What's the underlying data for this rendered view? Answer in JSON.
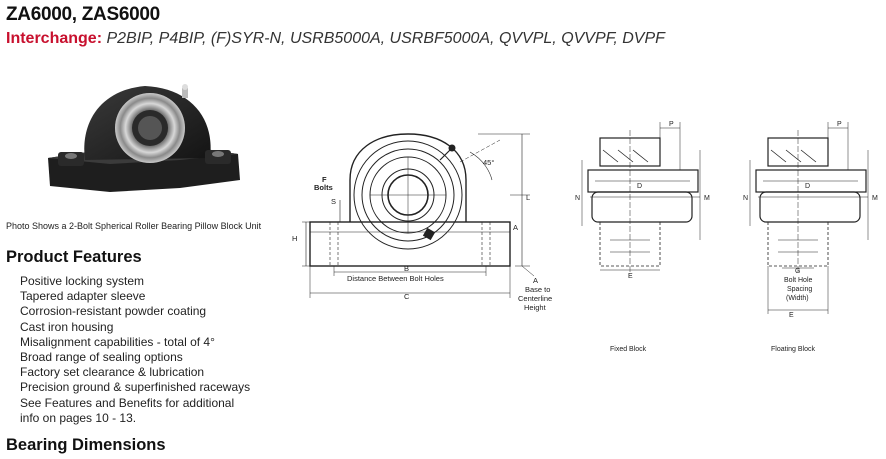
{
  "header": {
    "title": "ZA6000, ZAS6000",
    "interchange_label": "Interchange:",
    "interchange_value": "P2BIP, P4BIP, (F)SYR-N, USRB5000A, USRBF5000A, QVVPL, QVVPF, DVPF"
  },
  "photo": {
    "caption": "Photo Shows a 2-Bolt Spherical Roller Bearing Pillow Block Unit"
  },
  "product_features": {
    "heading": "Product Features",
    "items": [
      "Positive locking system",
      "Tapered adapter sleeve",
      "Corrosion-resistant powder coating",
      "Cast iron housing",
      "Misalignment capabilities - total of 4°",
      "Broad range of sealing options",
      "Factory set clearance & lubrication",
      "Precision ground & superfinished raceways",
      "See Features and Benefits for additional info on pages 10 - 13."
    ]
  },
  "bearing_dimensions": {
    "heading": "Bearing Dimensions"
  },
  "drawing": {
    "front": {
      "angle": "45°",
      "bolts_label_1": "F",
      "bolts_label_2": "Bolts",
      "s": "S",
      "h": "H",
      "l": "L",
      "a": "A",
      "b": "B",
      "c": "C",
      "bolt_holes": "Distance Between Bolt Holes",
      "a2": "A",
      "base_1": "Base to",
      "base_2": "Centerline",
      "base_3": "Height"
    },
    "fixed": {
      "p": "P",
      "d": "D",
      "n": "N",
      "m": "M",
      "e": "E",
      "caption": "Fixed Block"
    },
    "floating": {
      "p": "P",
      "d": "D",
      "n": "N",
      "m": "M",
      "g": "G",
      "spacing_1": "Bolt Hole",
      "spacing_2": "Spacing",
      "spacing_3": "(Width)",
      "e": "E",
      "caption": "Floating Block"
    }
  }
}
